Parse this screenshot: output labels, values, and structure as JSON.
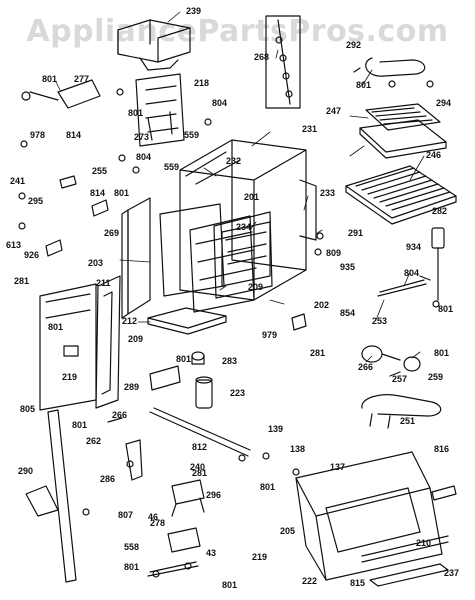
{
  "watermark": "AppliancePartsPros.com",
  "part_labels": [
    "239",
    "277",
    "801",
    "218",
    "801",
    "804",
    "273",
    "559",
    "268",
    "292",
    "801",
    "294",
    "978",
    "814",
    "255",
    "804",
    "559",
    "231",
    "247",
    "246",
    "241",
    "814",
    "295",
    "801",
    "232",
    "201",
    "233",
    "282",
    "269",
    "613",
    "926",
    "203",
    "234",
    "291",
    "809",
    "934",
    "935",
    "209",
    "804",
    "281",
    "211",
    "202",
    "801",
    "253",
    "212",
    "854",
    "209",
    "979",
    "281",
    "266",
    "801",
    "801",
    "283",
    "219",
    "289",
    "801",
    "257",
    "259",
    "223",
    "805",
    "266",
    "801",
    "251",
    "262",
    "139",
    "812",
    "138",
    "816",
    "137",
    "286",
    "281",
    "290",
    "240",
    "296",
    "801",
    "807",
    "46",
    "205",
    "278",
    "43",
    "558",
    "219",
    "801",
    "801",
    "222",
    "815",
    "237",
    "210"
  ]
}
